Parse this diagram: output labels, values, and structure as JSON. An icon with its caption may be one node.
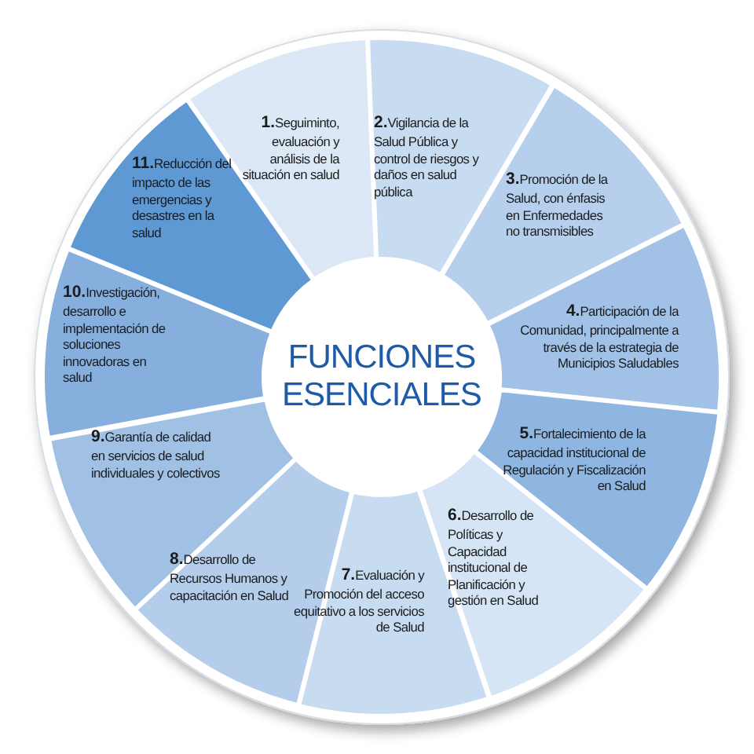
{
  "diagram": {
    "nodes": [
      {
        "text": [
          "FUNCIONES ESENCIALES"
        ]
      },
      {
        "text": [
          "**1.**Seguiminto, evaluación y análisis de la situación en salud"
        ]
      },
      {
        "text": [
          "**2.**Vigilancia de la Salud Pública y control de riesgos y daños en salud pública"
        ]
      },
      {
        "text": [
          "**3.**Promoción de la Salud, con énfasis en Enfermedades no transmisibles"
        ]
      },
      {
        "text": [
          "**4.**Participación de la Comunidad, principalmente a través de la estrategia de Municipios Saludables"
        ]
      },
      {
        "text": [
          "**5.**Fortalecimiento de la capacidad institucional de Regulación y Fiscalización en Salud"
        ]
      },
      {
        "text": [
          "**6.**Desarrollo de Políticas y Capacidad institucional de Planificación y gestión en Salud"
        ]
      },
      {
        "text": [
          "**7.**Evaluación y Promoción del acceso equitativo a los servicios de Salud"
        ]
      },
      {
        "text": [
          "**8.**Desarrollo de Recursos Humanos y capacitación en Salud"
        ]
      },
      {
        "text": [
          "**9.**Garantía de calidad en servicios de salud individuales y colectivos"
        ]
      },
      {
        "text": [
          "**10.**Investigación, desarrollo e implementación de soluciones innovadoras en salud"
        ]
      },
      {
        "text": [
          "**11.**Reducción del impacto de las emergencias y desastres en la salud"
        ]
      }
    ]
  }
}
